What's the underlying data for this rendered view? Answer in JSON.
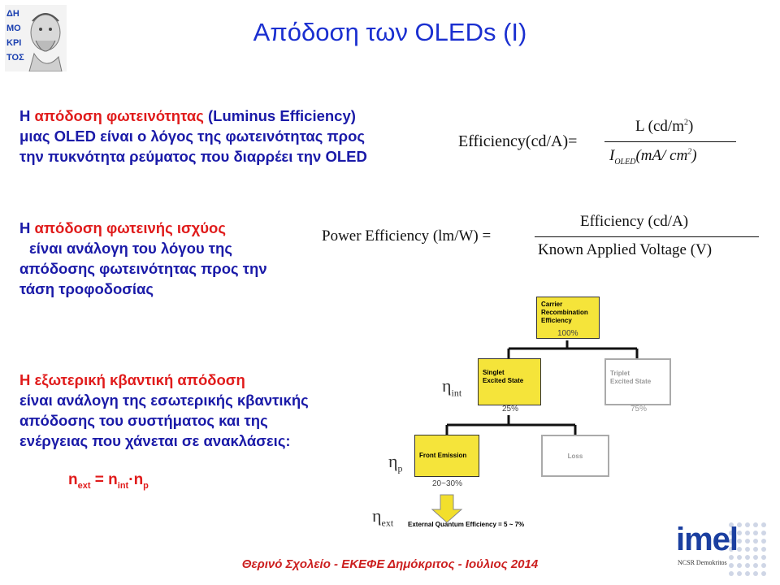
{
  "title": "Απόδοση των OLEDs  (I)",
  "section1": {
    "prefix": "Η ",
    "highlight": "απόδοση φωτεινότητας",
    "after": " (Luminus Efficiency)",
    "line2": "μιας OLED είναι ο λόγος της φωτεινότητας προς",
    "line3": "την πυκνότητα ρεύματος που διαρρέει την OLED"
  },
  "eq1": {
    "lhs": "Efficiency(cd/A)=",
    "num": "L (cd/m",
    "num_sup": "2",
    "num_end": ")",
    "den_I": "I",
    "den_sub": "OLED",
    "den_rest": "(mA/ cm",
    "den_sup": "2",
    "den_end": ")"
  },
  "section2": {
    "prefix": "Η ",
    "highlight": "απόδοση φωτεινής ισχύος",
    "line2": "είναι ανάλογη του λόγου της",
    "line3": "απόδοσης φωτεινότητας προς την",
    "line4": "τάση τροφοδοσίας"
  },
  "eq2": {
    "lhs": "Power Efficiency (lm/W) =",
    "num": "Efficiency (cd/A)",
    "den": "Known Applied Voltage (V)"
  },
  "section3": {
    "line1": "Η εξωτερική κβαντική απόδοση",
    "line2": "είναι ανάλογη της εσωτερικής κβαντικής",
    "line3": "απόδοσης του συστήματος και της",
    "line4": "ενέργειας που χάνεται σε ανακλάσεις:"
  },
  "formula": {
    "n1": "n",
    "s1": "ext",
    "eq": " = ",
    "n2": "n",
    "s2": "int",
    "dot": "·",
    "n3": "n",
    "s3": "p"
  },
  "diagram": {
    "top_box_l1": "Carrier",
    "top_box_l2": "Recombination",
    "top_box_l3": "Efficiency",
    "top_pct": "100%",
    "singlet_l1": "Singlet",
    "singlet_l2": "Excited State",
    "singlet_pct": "25%",
    "triplet_l1": "Triplet",
    "triplet_l2": "Excited State",
    "triplet_pct": "75%",
    "front": "Front Emission",
    "front_pct": "20~30%",
    "loss": "Loss",
    "eta": "η",
    "eta_int": "int",
    "eta_p": "p",
    "eta_ext": "ext",
    "ext_label": "External Quantum Efficiency = 5 ~ 7%",
    "colors": {
      "yellow": "#f5e43a",
      "arrow": "#f2df2c",
      "grey_border": "#aaaaaa"
    }
  },
  "logo_left": {
    "lines": [
      "ΔΗ",
      "ΜΟ",
      "ΚΡΙ",
      "ΤΟΣ"
    ]
  },
  "logo_right": {
    "name": "imel",
    "sub": "NCSR Demokritos",
    "color": "#1b3fa0"
  },
  "footer": "Θερινό Σχολείο - ΕΚΕΦΕ Δημόκριτος - Ιούλιος 2014"
}
